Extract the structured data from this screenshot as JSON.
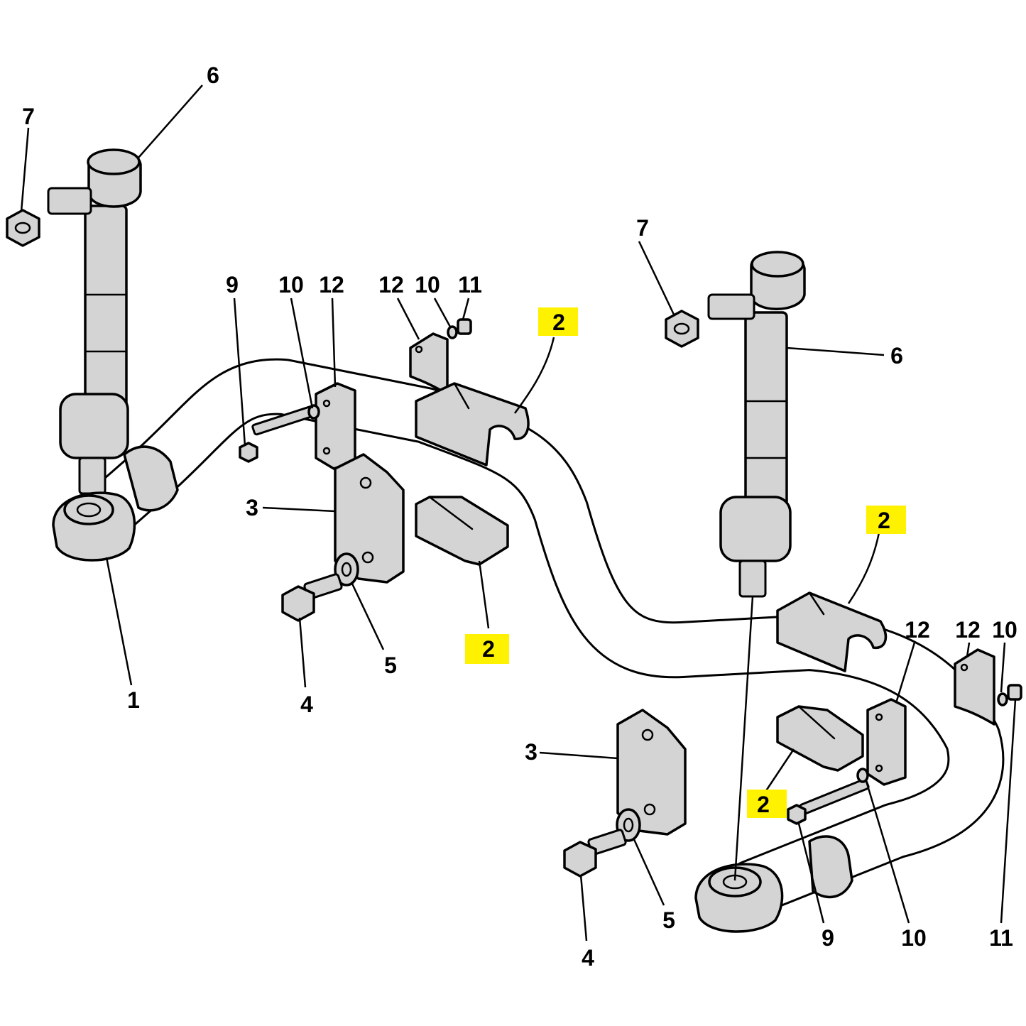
{
  "colors": {
    "line": "#000000",
    "part_fill": "#d4d4d4",
    "highlight": "#fff200",
    "background": "#ffffff"
  },
  "callouts": {
    "c1": "1",
    "c2a": "2",
    "c2b": "2",
    "c2c": "2",
    "c2d": "2",
    "c3a": "3",
    "c3b": "3",
    "c4a": "4",
    "c4b": "4",
    "c5a": "5",
    "c5b": "5",
    "c6a": "6",
    "c6b": "6",
    "c7a": "7",
    "c7b": "7",
    "c9a": "9",
    "c9b": "9",
    "c10a": "10",
    "c10b": "10",
    "c10c": "10",
    "c10d": "10",
    "c11a": "11",
    "c11b": "11",
    "c12a": "12",
    "c12b": "12",
    "c12c": "12",
    "c12d": "12"
  },
  "highlighted_callouts": [
    "c2a",
    "c2b",
    "c2c",
    "c2d"
  ]
}
